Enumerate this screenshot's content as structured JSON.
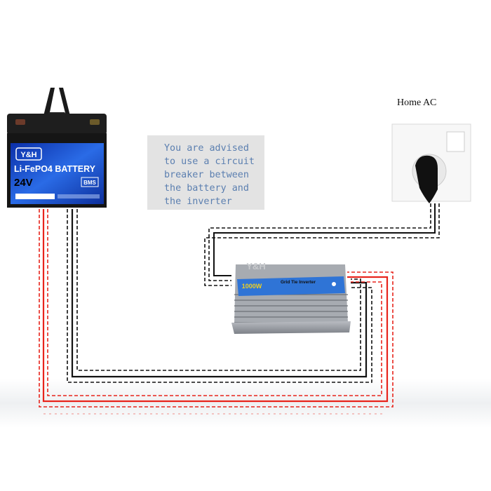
{
  "note": {
    "lines": [
      "You are advised",
      "to use a circuit",
      "breaker between",
      "the battery and",
      "the inverter"
    ]
  },
  "socket": {
    "label": "Home AC"
  },
  "battery": {
    "brand": "Y&H",
    "type": "Li-FePO4 BATTERY",
    "voltage": "24V",
    "badge": "BMS"
  },
  "inverter": {
    "brand": "Y&H",
    "power": "1000W",
    "type": "Grid Tie Inverter"
  },
  "colors": {
    "positive": "#e8241c",
    "negative": "#111111",
    "note_text": "#5b7fb0",
    "battery_label": "#1f4fd6"
  }
}
